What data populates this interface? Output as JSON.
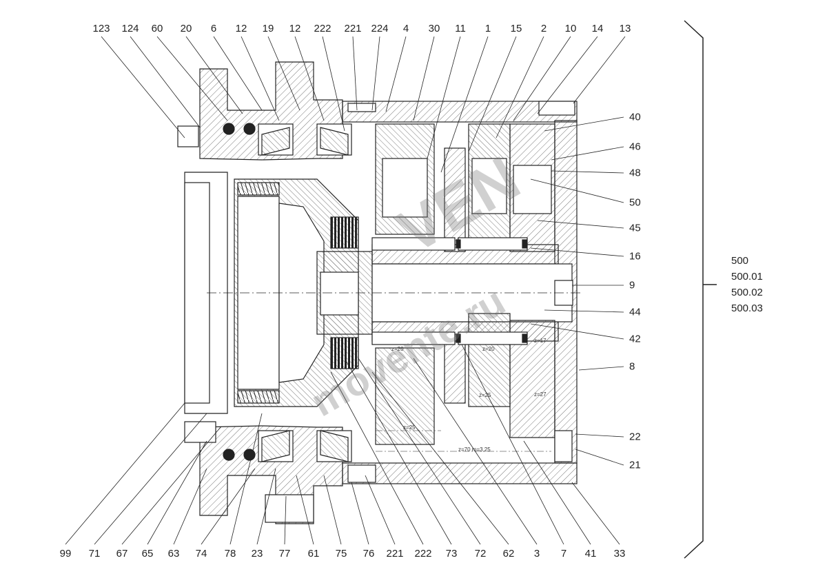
{
  "labels": {
    "top": [
      "123",
      "124",
      "60",
      "20",
      "6",
      "12",
      "19",
      "12",
      "222",
      "221",
      "224",
      "4",
      "30",
      "11",
      "1",
      "15",
      "2",
      "10",
      "14",
      "13"
    ],
    "right": [
      "40",
      "46",
      "48",
      "50",
      "45",
      "16",
      "9",
      "44",
      "42",
      "8",
      "22",
      "21"
    ],
    "bottom": [
      "99",
      "71",
      "67",
      "65",
      "63",
      "74",
      "78",
      "23",
      "77",
      "61",
      "75",
      "76",
      "221",
      "222",
      "73",
      "72",
      "62",
      "3",
      "7",
      "41",
      "33"
    ]
  },
  "group": [
    "500",
    "500.01",
    "500.02",
    "500.03"
  ],
  "gear_notes": [
    "z=20",
    "z=20",
    "z=17",
    "z=25",
    "z=27",
    "z=25",
    "z=70  m=3,25"
  ],
  "watermark": {
    "brand": "VEN",
    "site": "movente.ru"
  },
  "colors": {
    "line": "#222222",
    "hatch": "#555555",
    "watermark": "#9a9a9a"
  }
}
